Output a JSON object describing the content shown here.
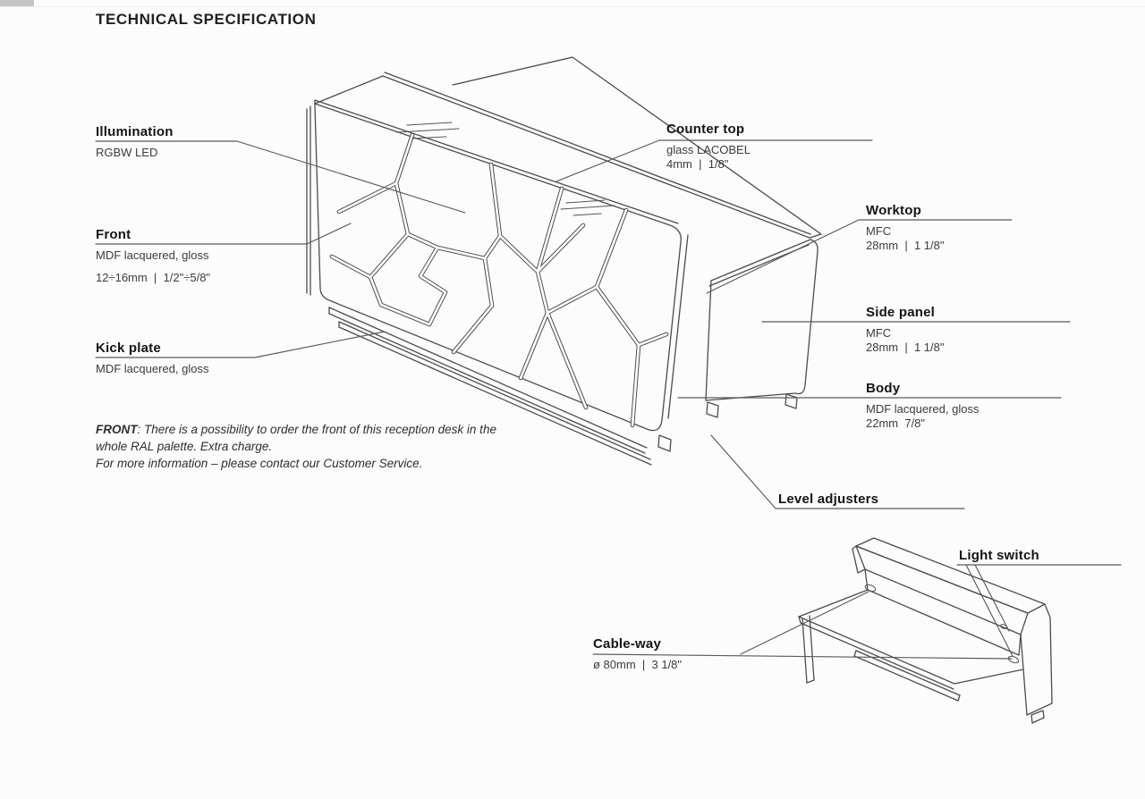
{
  "title": "TECHNICAL SPECIFICATION",
  "colors": {
    "ink": "#4c4c4c",
    "text": "#1a1a1a",
    "background": "#fcfcfc"
  },
  "callouts": {
    "illumination": {
      "title": "Illumination",
      "lines": [
        "RGBW LED"
      ]
    },
    "front": {
      "title": "Front",
      "lines": [
        "MDF lacquered, gloss",
        "12÷16mm  |  1/2\"÷5/8\""
      ]
    },
    "kick_plate": {
      "title": "Kick plate",
      "lines": [
        "MDF lacquered, gloss"
      ]
    },
    "counter_top": {
      "title": "Counter top",
      "lines": [
        "glass LACOBEL",
        "4mm  |  1/8\""
      ]
    },
    "worktop": {
      "title": "Worktop",
      "lines": [
        "MFC",
        "28mm  |  1 1/8\""
      ]
    },
    "side_panel": {
      "title": "Side panel",
      "lines": [
        "MFC",
        "28mm  |  1 1/8\""
      ]
    },
    "body": {
      "title": "Body",
      "lines": [
        "MDF lacquered, gloss",
        "22mm  7/8\""
      ]
    },
    "level_adjusters": {
      "title": "Level adjusters",
      "lines": []
    },
    "light_switch": {
      "title": "Light switch",
      "lines": []
    },
    "cable_way": {
      "title": "Cable-way",
      "lines": [
        "ø 80mm  |  3 1/8\""
      ]
    }
  },
  "note": {
    "lead": "FRONT",
    "line1_rest": ": There is a possibility to order the front of this reception desk in the",
    "line2": "whole RAL palette. Extra charge.",
    "line3": "For more information – please contact our Customer Service."
  }
}
